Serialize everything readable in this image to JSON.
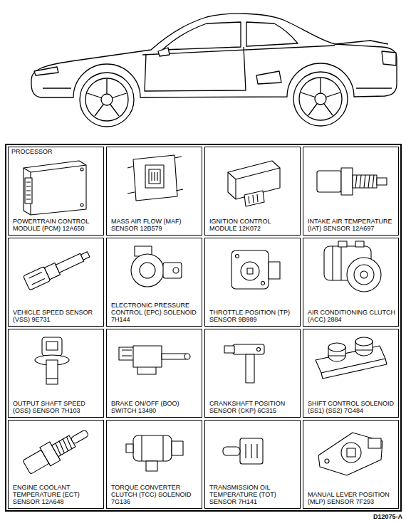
{
  "diagram": {
    "nodes": [
      {
        "text": [
          "PROCESSOR",
          "POWERTRAIN CONTROL MODULE (PCM) 12A650"
        ]
      },
      {
        "text": [
          "MASS AIR FLOW (MAF) SENSOR 12B579"
        ]
      },
      {
        "text": [
          "IGNITION CONTROL MODULE 12K072"
        ]
      },
      {
        "text": [
          "INTAKE AIR TEMPERATURE (IAT) SENSOR 12A697"
        ]
      },
      {
        "text": [
          "VEHICLE SPEED SENSOR (VSS) 9E731"
        ]
      },
      {
        "text": [
          "ELECTRONIC PRESSURE CONTROL (EPC) SOLENOID 7H144"
        ]
      },
      {
        "text": [
          "THROTTLE POSITION (TP) SENSOR 9B989"
        ]
      },
      {
        "text": [
          "AIR CONDITIONING CLUTCH (ACC) 2884"
        ]
      },
      {
        "text": [
          "OUTPUT SHAFT SPEED (OSS) SENSOR 7H103"
        ]
      },
      {
        "text": [
          "BRAKE ON/OFF (BOO) SWITCH 13480"
        ]
      },
      {
        "text": [
          "CRANKSHAFT POSITION SENSOR (CKP) 6C315"
        ]
      },
      {
        "text": [
          "SHIFT CONTROL SOLENOID (SS1) (SS2) 7G484"
        ]
      },
      {
        "text": [
          "ENGINE COOLANT TEMPERATURE (ECT) SENSOR 12A648"
        ]
      },
      {
        "text": [
          "TORQUE CONVERTER CLUTCH (TCC) SOLENOID 7G136"
        ]
      },
      {
        "text": [
          "TRANSMISSION OIL TEMPERATURE (TOT) SENSOR 7H141"
        ]
      },
      {
        "text": [
          "MANUAL LEVER POSITION (MLP) SENSOR 7F293"
        ]
      }
    ],
    "labels": [
      "D12075-A"
    ]
  }
}
